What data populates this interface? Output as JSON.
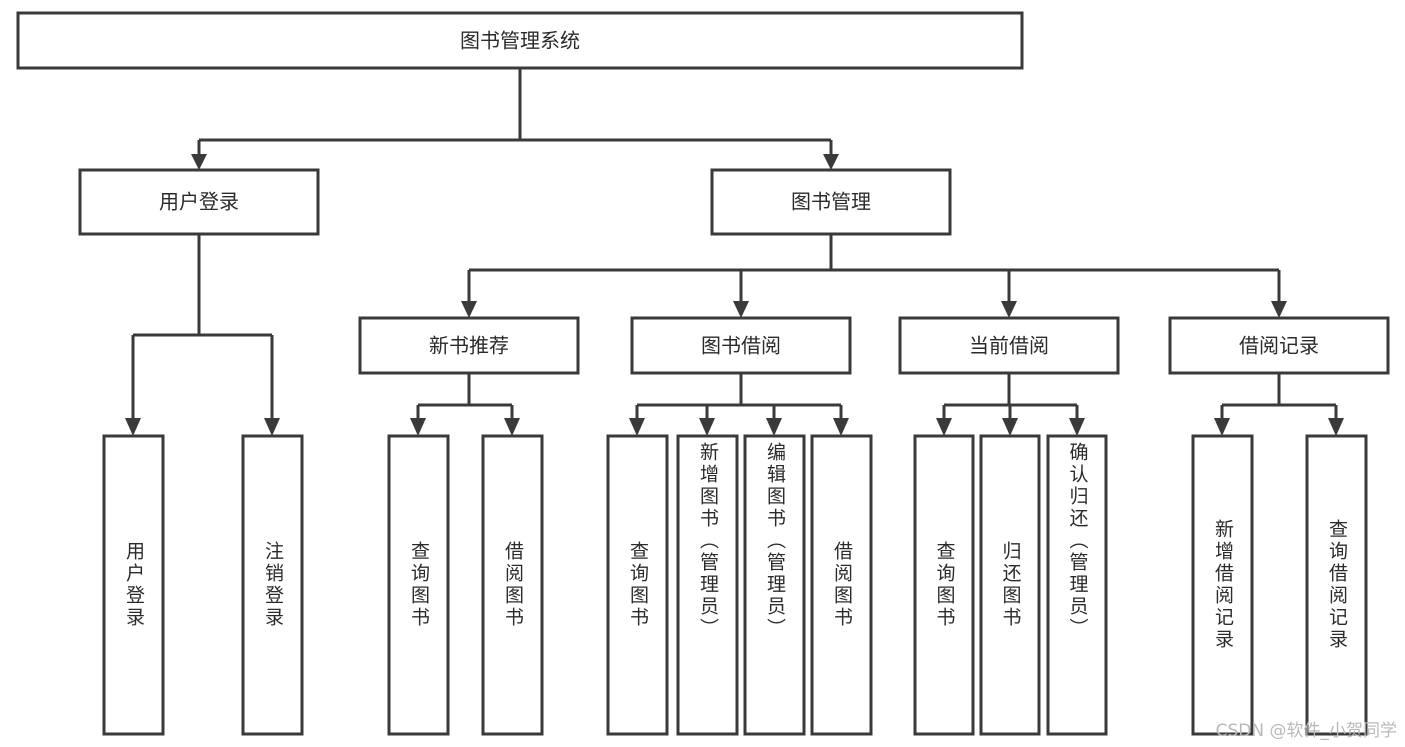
{
  "diagram": {
    "kind": "functional-decomposition-tree",
    "root": {
      "label": "图书管理系统"
    },
    "level1": [
      {
        "label": "用户登录"
      },
      {
        "label": "图书管理"
      }
    ],
    "level2": [
      {
        "label": "新书推荐"
      },
      {
        "label": "图书借阅"
      },
      {
        "label": "当前借阅"
      },
      {
        "label": "借阅记录"
      }
    ],
    "leaves": {
      "user_login": [
        {
          "label": "用户登录"
        },
        {
          "label": "注销登录"
        }
      ],
      "new_book_recommend": [
        {
          "label": "查询图书"
        },
        {
          "label": "借阅图书"
        }
      ],
      "book_borrow": [
        {
          "label": "查询图书"
        },
        {
          "label": "新增图书（管理员）"
        },
        {
          "label": "编辑图书（管理员）"
        },
        {
          "label": "借阅图书"
        }
      ],
      "current_borrow": [
        {
          "label": "查询图书"
        },
        {
          "label": "归还图书"
        },
        {
          "label": "确认归还（管理员）"
        }
      ],
      "borrow_record": [
        {
          "label": "新增借阅记录"
        },
        {
          "label": "查询借阅记录"
        }
      ]
    }
  },
  "watermark": {
    "text": "CSDN @软件_小贺同学"
  },
  "colors": {
    "stroke": "#3a3a3a",
    "fill": "#ffffff",
    "text": "#2b2b2b",
    "watermark": "#b9b9b9",
    "background": "#ffffff"
  }
}
